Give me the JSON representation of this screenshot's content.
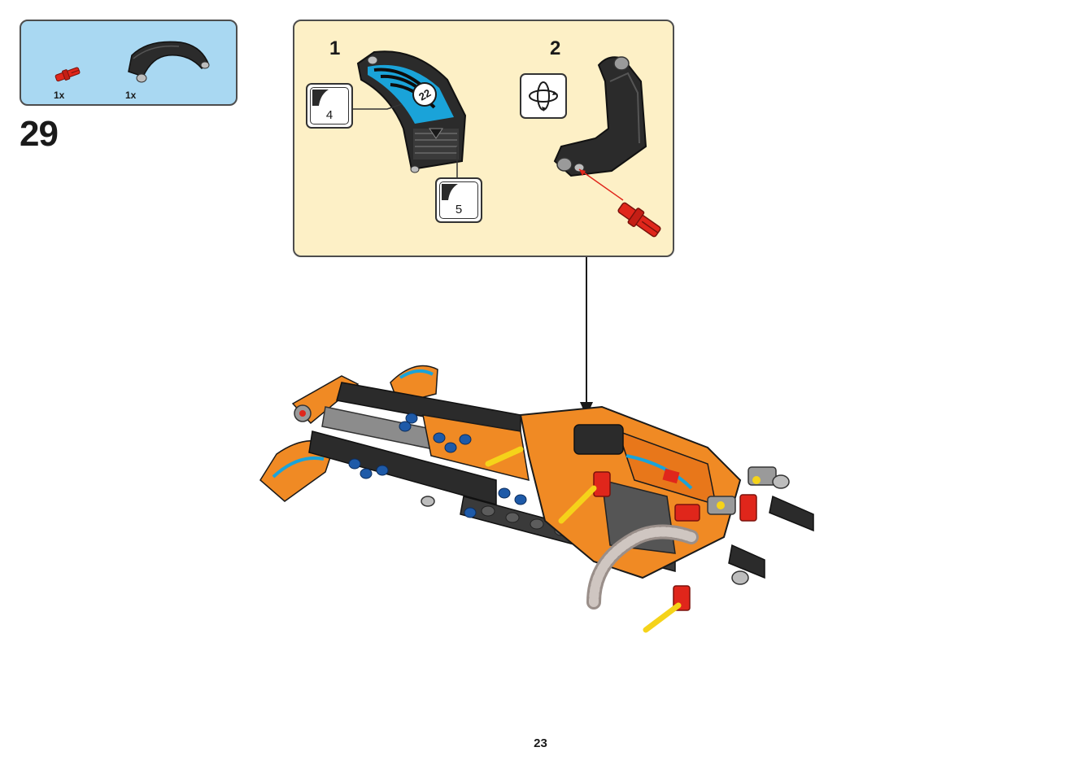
{
  "parts_list": {
    "items": [
      {
        "name": "red-axle-pin",
        "qty": "1x"
      },
      {
        "name": "black-curved-panel",
        "qty": "1x"
      }
    ]
  },
  "step": {
    "number": "29"
  },
  "sub_assembly": {
    "steps": [
      {
        "number": "1",
        "stickers": [
          "4",
          "5"
        ]
      },
      {
        "number": "2",
        "icon": "rotate-icon"
      }
    ]
  },
  "page": {
    "number": "23"
  },
  "colors": {
    "parts_bg": "#a9d8f2",
    "sub_bg": "#fdf0c6",
    "orange": "#f08a24",
    "black": "#2b2b2b",
    "blue": "#1e5aa8",
    "red": "#e0261b",
    "yellow": "#f5d31a",
    "gray": "#8c8c8c"
  }
}
